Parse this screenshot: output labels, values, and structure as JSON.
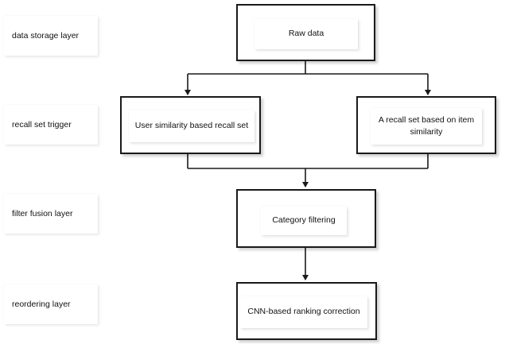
{
  "layers": [
    {
      "id": "data-storage",
      "label": "data storage layer"
    },
    {
      "id": "recall-set",
      "label": "recall set trigger"
    },
    {
      "id": "filter-fusion",
      "label": "filter fusion layer"
    },
    {
      "id": "reordering",
      "label": "reordering layer"
    }
  ],
  "nodes": {
    "raw_data": "Raw data",
    "user_recall": "User similarity based recall set",
    "item_recall": "A recall set based on item similarity",
    "category_filtering": "Category filtering",
    "cnn_ranking": "CNN-based ranking correction"
  }
}
